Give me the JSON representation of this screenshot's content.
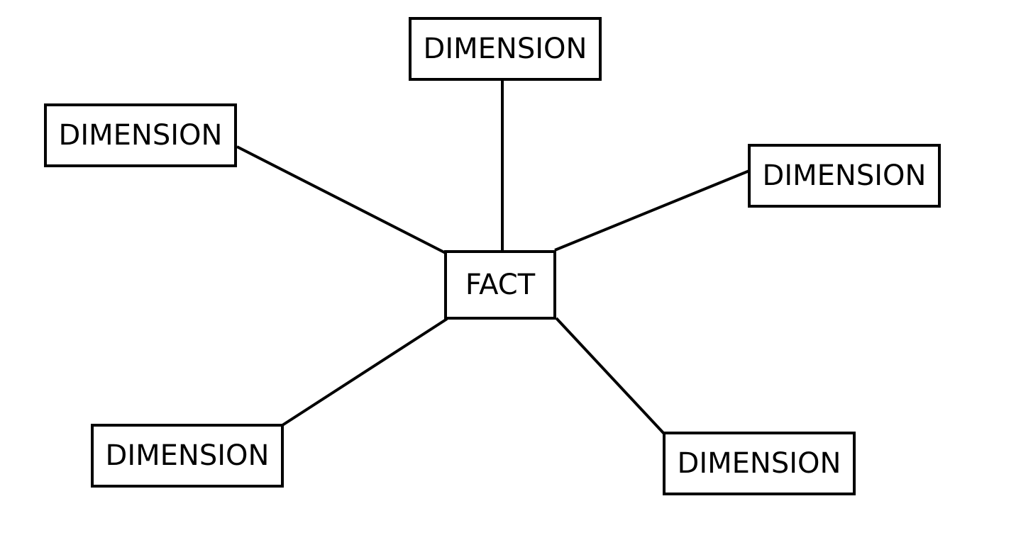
{
  "fact": {
    "label": "FACT"
  },
  "dimensions": [
    {
      "id": "top",
      "label": "DIMENSION"
    },
    {
      "id": "left",
      "label": "DIMENSION"
    },
    {
      "id": "right",
      "label": "DIMENSION"
    },
    {
      "id": "bottom_left",
      "label": "DIMENSION"
    },
    {
      "id": "bottom_right",
      "label": "DIMENSION"
    }
  ],
  "colors": {
    "stroke": "#000000",
    "background": "#ffffff"
  }
}
